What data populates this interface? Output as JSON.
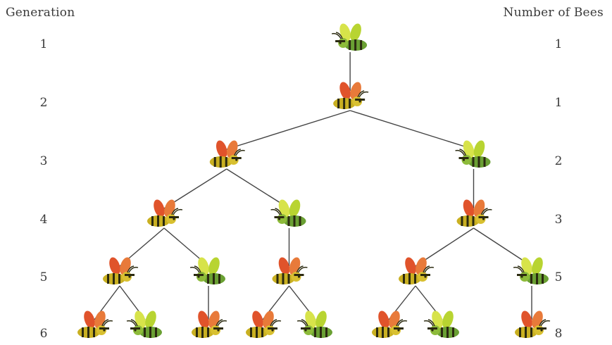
{
  "headers": {
    "generation": "Generation",
    "count": "Number of Bees"
  },
  "rows": [
    {
      "generation": "1",
      "count": "1"
    },
    {
      "generation": "2",
      "count": "1"
    },
    {
      "generation": "3",
      "count": "2"
    },
    {
      "generation": "4",
      "count": "3"
    },
    {
      "generation": "5",
      "count": "5"
    },
    {
      "generation": "6",
      "count": "8"
    }
  ],
  "colors": {
    "female_wings": "#b8d431",
    "male_wings": "#e0532b",
    "body_stripe_dark": "#2b2a10",
    "body_yellow": "#c9b021",
    "body_green": "#6aa033",
    "line": "#444444"
  },
  "tree": {
    "sex": "f",
    "children": [
      {
        "sex": "m",
        "children": [
          {
            "sex": "m",
            "children": [
              {
                "sex": "m",
                "children": [
                  {
                    "sex": "m",
                    "children": [
                      {
                        "sex": "m",
                        "children": []
                      },
                      {
                        "sex": "f",
                        "children": []
                      }
                    ]
                  },
                  {
                    "sex": "f",
                    "children": [
                      {
                        "sex": "m",
                        "children": []
                      }
                    ]
                  }
                ]
              },
              {
                "sex": "f",
                "children": [
                  {
                    "sex": "m",
                    "children": [
                      {
                        "sex": "m",
                        "children": []
                      },
                      {
                        "sex": "f",
                        "children": []
                      }
                    ]
                  }
                ]
              }
            ]
          },
          {
            "sex": "f",
            "children": [
              {
                "sex": "m",
                "children": [
                  {
                    "sex": "m",
                    "children": [
                      {
                        "sex": "m",
                        "children": []
                      },
                      {
                        "sex": "f",
                        "children": []
                      }
                    ]
                  },
                  {
                    "sex": "f",
                    "children": [
                      {
                        "sex": "m",
                        "children": []
                      }
                    ]
                  }
                ]
              }
            ]
          }
        ]
      }
    ]
  }
}
